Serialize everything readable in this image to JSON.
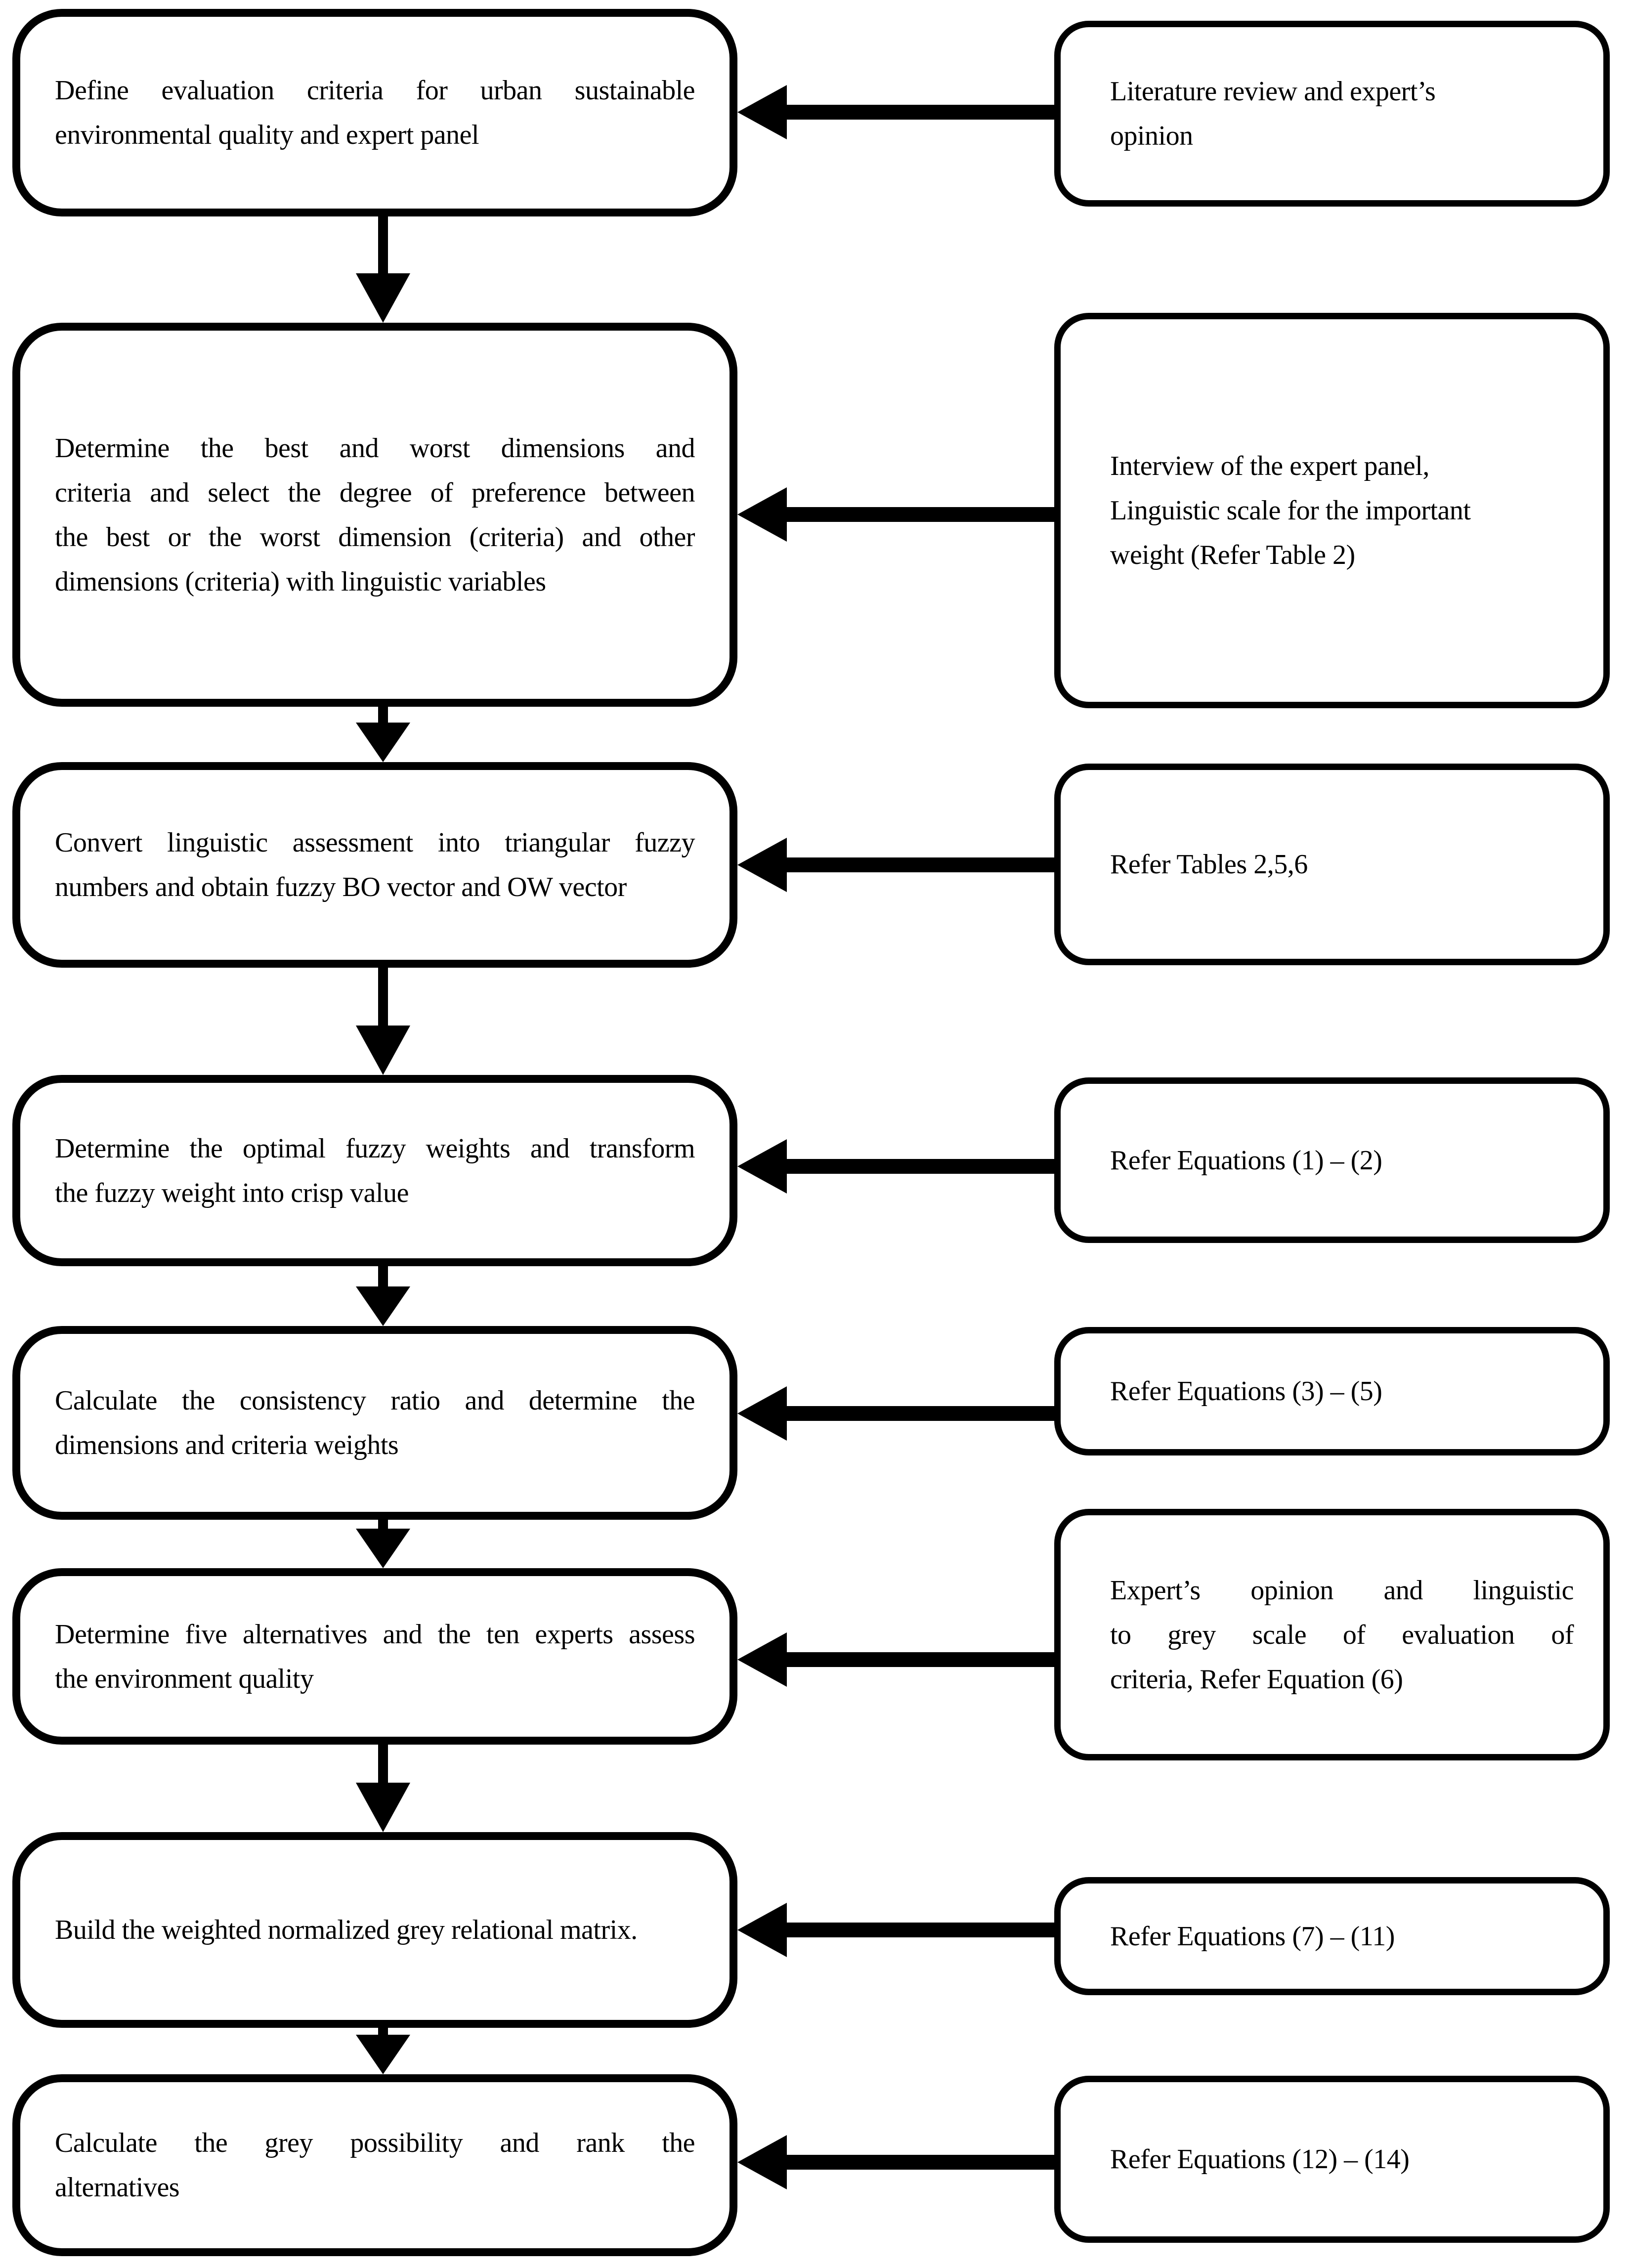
{
  "page": {
    "background": "#ffffff",
    "line_color": "#000000",
    "diagram_type": "flowchart"
  },
  "flow": {
    "rows": [
      {
        "step": {
          "lines": [
            "Define evaluation criteria for urban sustainable",
            "environmental quality and expert panel"
          ]
        },
        "source": {
          "lines": [
            "Literature review and expert’s",
            "opinion"
          ]
        }
      },
      {
        "step": {
          "lines": [
            "Determine the best and worst dimensions and",
            "criteria and select the degree of preference between",
            "the best or the worst dimension (criteria) and other",
            "dimensions (criteria) with linguistic variables"
          ]
        },
        "source": {
          "lines": [
            "Interview of the expert panel,",
            "Linguistic scale for the important",
            "weight (Refer Table 2)"
          ]
        }
      },
      {
        "step": {
          "lines": [
            "Convert linguistic assessment into triangular fuzzy",
            "numbers and obtain fuzzy BO vector and OW vector"
          ]
        },
        "source": {
          "lines": [
            "Refer Tables 2,5,6"
          ]
        }
      },
      {
        "step": {
          "lines": [
            "Determine the optimal fuzzy weights and transform",
            "the fuzzy weight into crisp value"
          ]
        },
        "source": {
          "lines": [
            "Refer Equations (1) – (2)"
          ]
        }
      },
      {
        "step": {
          "lines": [
            "Calculate the consistency ratio and determine the",
            "dimensions and criteria weights"
          ]
        },
        "source": {
          "lines": [
            "Refer Equations (3) – (5)"
          ]
        }
      },
      {
        "step": {
          "lines": [
            "Determine five alternatives and the ten experts assess",
            "the environment quality"
          ]
        },
        "source": {
          "lines": [
            "Expert’s opinion and linguistic",
            "to grey scale of evaluation of",
            "criteria, Refer Equation (6)"
          ]
        }
      },
      {
        "step": {
          "lines": [
            "Build the weighted normalized grey relational matrix."
          ]
        },
        "source": {
          "lines": [
            "Refer Equations (7) – (11)"
          ]
        }
      },
      {
        "step": {
          "lines": [
            "Calculate the grey possibility and rank the",
            "alternatives"
          ]
        },
        "source": {
          "lines": [
            "Refer Equations (12) – (14)"
          ]
        }
      }
    ]
  }
}
